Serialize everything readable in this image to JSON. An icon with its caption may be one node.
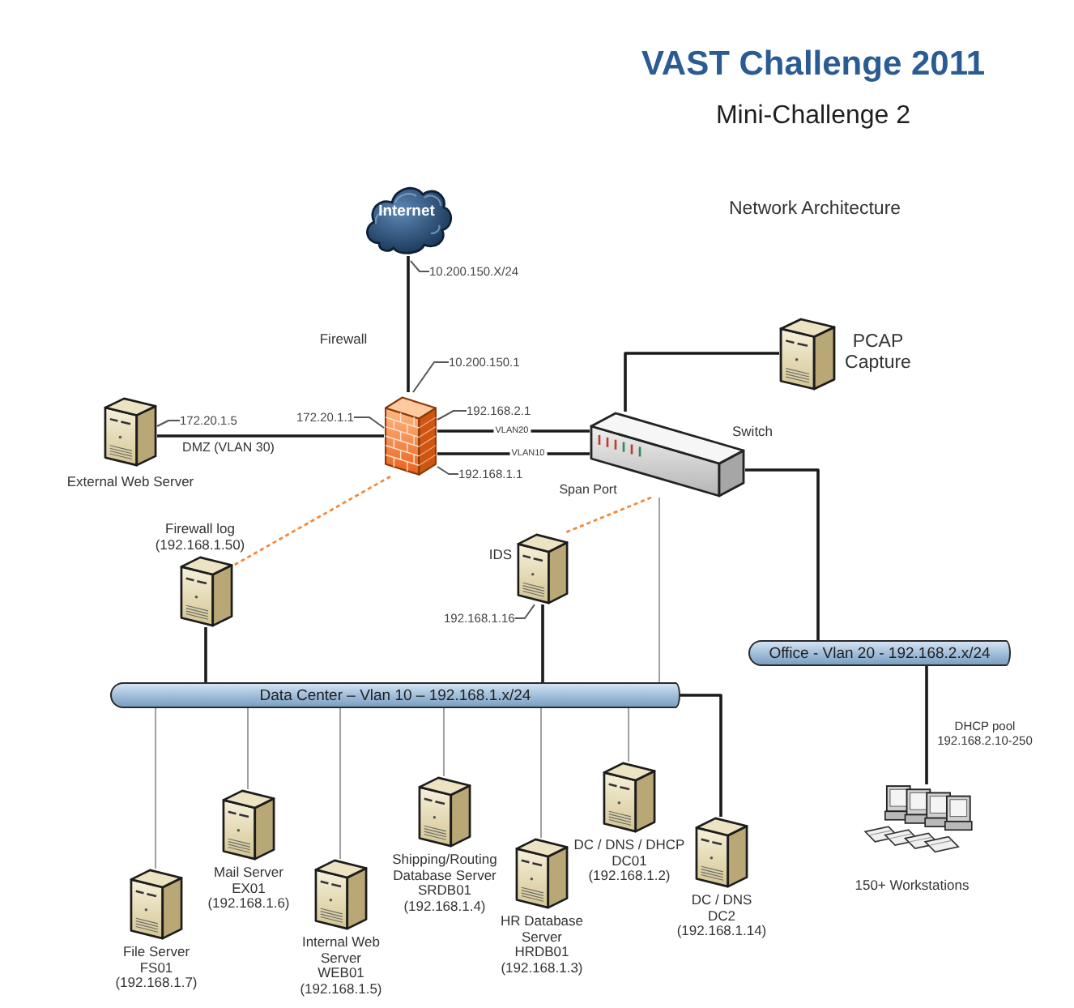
{
  "diagram": {
    "title": "VAST Challenge 2011",
    "nodes": [
      {
        "text": [
          "Internet"
        ]
      },
      {
        "text": [
          "10.200.150.X/24"
        ]
      },
      {
        "text": [
          "10.200.150.1"
        ]
      },
      {
        "text": [
          "Firewall"
        ]
      },
      {
        "text": [
          "172.20.1.5"
        ]
      },
      {
        "text": [
          "172.20.1.1"
        ]
      },
      {
        "text": [
          "External Web Server"
        ]
      },
      {
        "text": [
          "192.168.2.1"
        ]
      },
      {
        "text": [
          "PCAP Capture"
        ]
      },
      {
        "text": [
          "Switch"
        ]
      },
      {
        "text": [
          "192.168.1.1"
        ]
      },
      {
        "text": [
          "Firewall log",
          "(192.168.1.50)"
        ]
      },
      {
        "text": [
          "IDS"
        ]
      },
      {
        "text": [
          "192.168.1.16"
        ]
      },
      {
        "text": [
          "Office - Vlan 20 - 192.168.2.x/24"
        ]
      },
      {
        "text": [
          "Data Center – Vlan 10 – 192.168.1.x/24"
        ]
      },
      {
        "text": [
          "File Server",
          "FS01",
          "(192.168.1.7)"
        ]
      },
      {
        "text": [
          "Mail Server",
          "EX01",
          "(192.168.1.6)"
        ]
      },
      {
        "text": [
          "Internal Web Server",
          "WEB01",
          "(192.168.1.5)"
        ]
      },
      {
        "text": [
          "Shipping/Routing Database Server",
          "SRDB01",
          "(192.168.1.4)"
        ]
      },
      {
        "text": [
          "HR Database Server",
          "HRDB01",
          "(192.168.1.3)"
        ]
      },
      {
        "text": [
          "DC / DNS / DHCP",
          "DC01",
          "(192.168.1.2)"
        ]
      },
      {
        "text": [
          "DC / DNS",
          "DC2",
          "(192.168.1.14)"
        ]
      },
      {
        "text": [
          "150+ Workstations"
        ]
      }
    ],
    "edges": [
      {
        "from": 0,
        "to": 3,
        "arrow": "none"
      },
      {
        "from": 1,
        "to": null,
        "arrow": "none",
        "color": "#555555"
      },
      {
        "from": 2,
        "to": 3,
        "arrow": "none",
        "color": "#555555"
      },
      {
        "from": 3,
        "to": 6,
        "arrow": "none",
        "label": "DMZ (VLAN 30)"
      },
      {
        "from": 4,
        "to": 6,
        "arrow": "none",
        "color": "#555555"
      },
      {
        "from": 5,
        "to": 3,
        "arrow": "none",
        "color": "#555555"
      },
      {
        "from": 7,
        "to": 3,
        "arrow": "none",
        "color": "#555555"
      },
      {
        "from": 10,
        "to": 3,
        "arrow": "none",
        "color": "#555555"
      },
      {
        "from": 3,
        "to": 9,
        "arrow": "none",
        "label": "VLAN20"
      },
      {
        "from": 3,
        "to": 9,
        "arrow": "none",
        "label": "VLAN10"
      },
      {
        "from": 9,
        "to": 8,
        "arrow": "none"
      },
      {
        "from": 3,
        "to": 11,
        "arrow": "none",
        "style": "dashed",
        "color": "#f08a3c"
      },
      {
        "from": 9,
        "to": 12,
        "arrow": "none",
        "label": "Span Port",
        "style": "dashed",
        "color": "#f08a3c"
      },
      {
        "from": 13,
        "to": 12,
        "arrow": "none",
        "color": "#555555"
      },
      {
        "from": 9,
        "to": 14,
        "arrow": "none"
      },
      {
        "from": 9,
        "to": 15,
        "arrow": "none",
        "color": "#a0a0a0"
      },
      {
        "from": 11,
        "to": 15,
        "arrow": "none"
      },
      {
        "from": 12,
        "to": 15,
        "arrow": "none"
      },
      {
        "from": 14,
        "to": 23,
        "arrow": "none",
        "label": "DHCP pool 192.168.2.10-250"
      },
      {
        "from": 15,
        "to": 16,
        "arrow": "none",
        "color": "#a0a0a0"
      },
      {
        "from": 15,
        "to": 17,
        "arrow": "none",
        "color": "#a0a0a0"
      },
      {
        "from": 15,
        "to": 18,
        "arrow": "none",
        "color": "#a0a0a0"
      },
      {
        "from": 15,
        "to": 19,
        "arrow": "none",
        "color": "#a0a0a0"
      },
      {
        "from": 15,
        "to": 20,
        "arrow": "none",
        "color": "#a0a0a0"
      },
      {
        "from": 15,
        "to": 21,
        "arrow": "none",
        "color": "#a0a0a0"
      },
      {
        "from": 15,
        "to": 22,
        "arrow": "none"
      }
    ],
    "labels": [
      "Mini-Challenge 2",
      "Network Architecture"
    ]
  }
}
